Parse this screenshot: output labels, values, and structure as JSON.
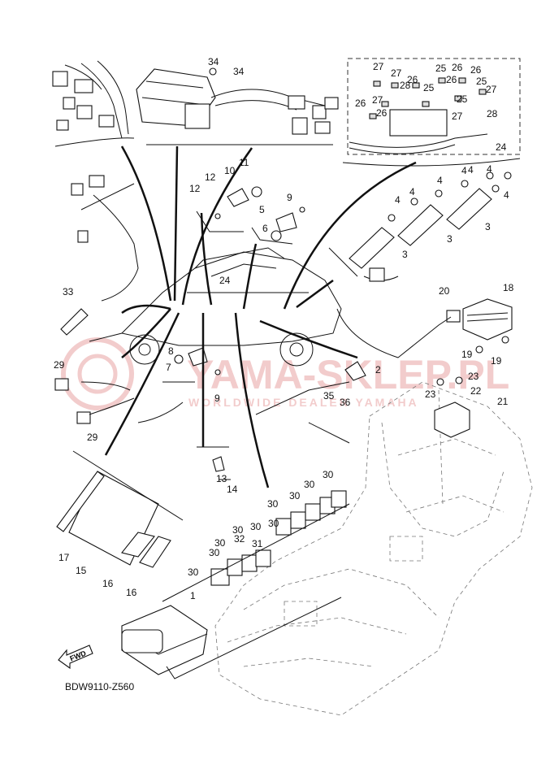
{
  "diagram": {
    "code": "BDW9110-Z560",
    "fwd_label": "FWD",
    "watermark": {
      "main": "YAMA-SKLEP.PL",
      "sub": "WORLDWIDE DEALER YAMAHA"
    },
    "callouts": [
      "1",
      "2",
      "3",
      "3",
      "3",
      "4",
      "4",
      "4",
      "4",
      "4",
      "4",
      "4",
      "5",
      "6",
      "7",
      "8",
      "9",
      "9",
      "10",
      "11",
      "12",
      "12",
      "13",
      "14",
      "15",
      "16",
      "16",
      "17",
      "18",
      "19",
      "19",
      "20",
      "21",
      "22",
      "23",
      "23",
      "24",
      "24",
      "25",
      "25",
      "25",
      "25",
      "26",
      "26",
      "26",
      "26",
      "26",
      "26",
      "27",
      "27",
      "27",
      "27",
      "27",
      "28",
      "28",
      "29",
      "29",
      "30",
      "30",
      "30",
      "30",
      "30",
      "30",
      "30",
      "30",
      "30",
      "30",
      "31",
      "32",
      "33",
      "34",
      "34",
      "35",
      "36"
    ]
  }
}
